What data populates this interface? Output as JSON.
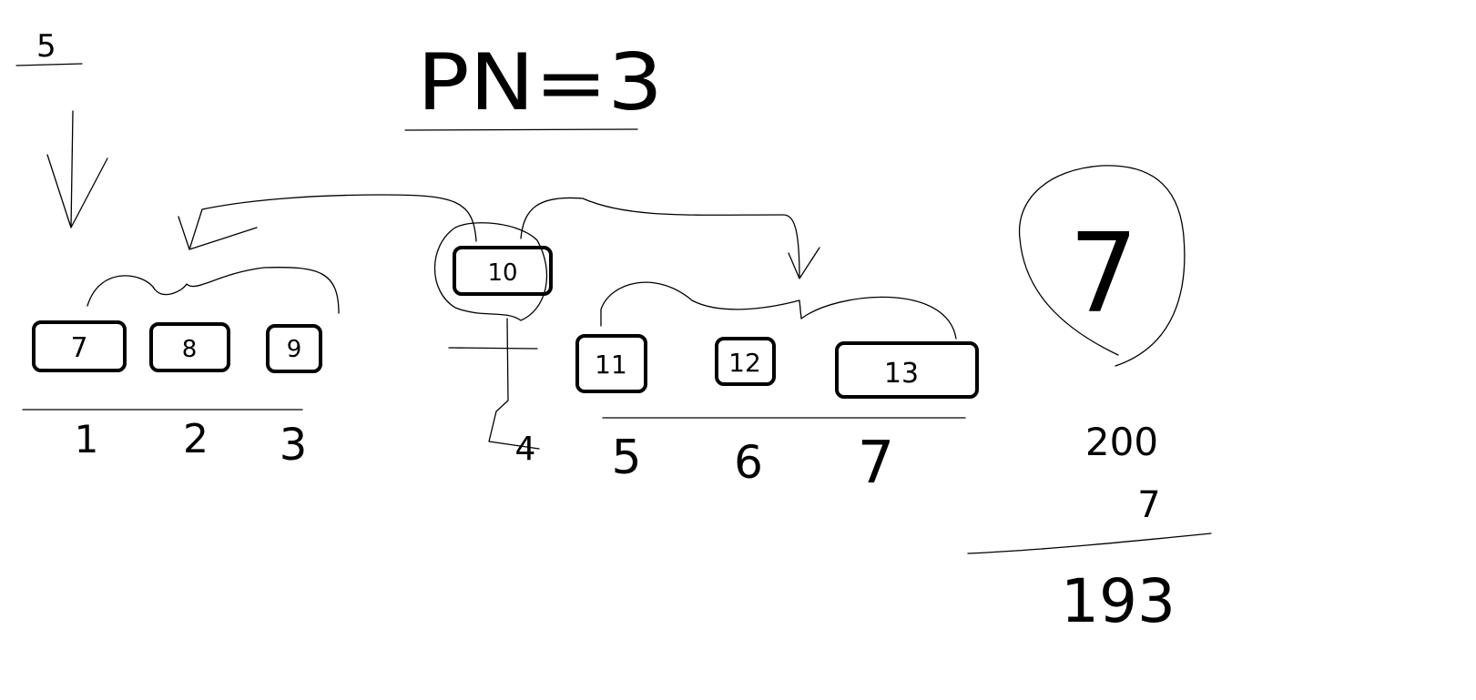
{
  "top_left_mark": "5",
  "heading": "PN=3",
  "left_boxes": [
    "7",
    "8",
    "9"
  ],
  "left_indices": [
    "1",
    "2",
    "3"
  ],
  "pivot_box": "10",
  "pivot_index": "4",
  "right_boxes": [
    "11",
    "12",
    "13"
  ],
  "right_indices": [
    "5",
    "6",
    "7"
  ],
  "circled_value": "7",
  "calc": {
    "minuend": "200",
    "subtrahend": "7",
    "result": "193"
  }
}
